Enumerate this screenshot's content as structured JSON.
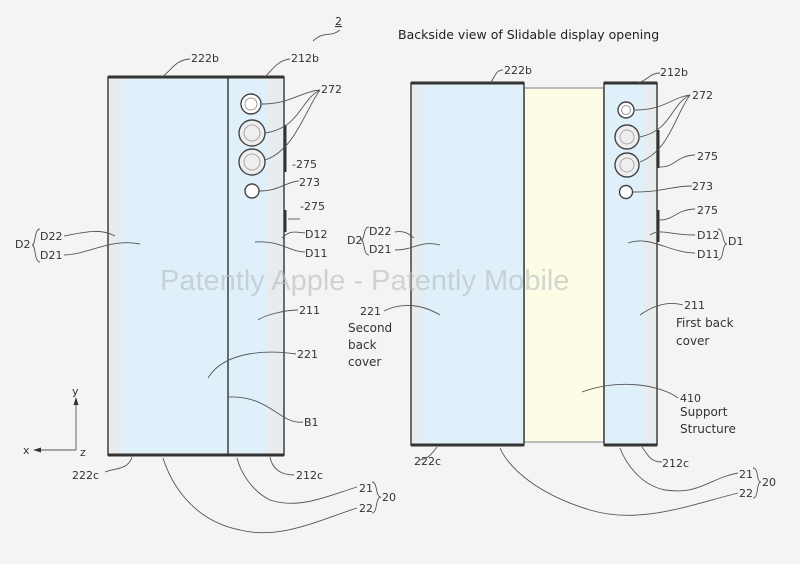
{
  "title": "Backside view of Slidable display opening",
  "watermark": "Patently Apple - Patently Mobile",
  "colors": {
    "cover": "#dff0fa",
    "support": "#fdfde6",
    "edge": "#e9ecee",
    "line": "#333333"
  },
  "figure_ref": "2",
  "left_view": {
    "labels": {
      "l222b": "222b",
      "l212b": "212b",
      "l272": "272",
      "l275a": "-275",
      "l273": "273",
      "l275b": "-275",
      "d12": "D12",
      "d11": "D11",
      "d2": "D2",
      "d22": "D22",
      "d21": "D21",
      "l211": "211",
      "l221": "221",
      "b1": "B1",
      "l222c": "222c",
      "l212c": "212c",
      "l21": "21",
      "l20": "20",
      "l22": "22"
    },
    "axes": {
      "y": "y",
      "x": "x",
      "z": "z"
    }
  },
  "right_view": {
    "labels": {
      "l222b": "222b",
      "l212b": "212b",
      "l272": "272",
      "l275a": "275",
      "l273": "273",
      "l275b": "275",
      "d12": "D12",
      "d11": "D11",
      "d1": "D1",
      "d2": "D2",
      "d22": "D22",
      "d21": "D21",
      "l221": "221",
      "second": "Second",
      "back": "back",
      "cover": "cover",
      "l211": "211",
      "first_back": "First back",
      "cover2": "cover",
      "l410": "410",
      "support": "Support",
      "structure": "Structure",
      "l222c": "222c",
      "l212c": "212c",
      "l21": "21",
      "l20": "20",
      "l22": "22"
    }
  }
}
